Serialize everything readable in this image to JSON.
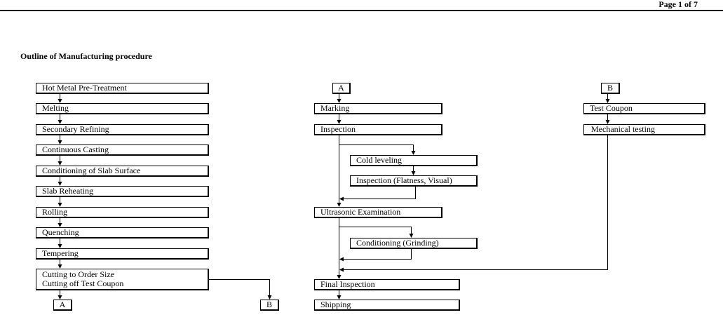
{
  "header": {
    "page_label": "Page 1 of 7"
  },
  "title": "Outline of Manufacturing procedure",
  "left_column": [
    "Hot Metal Pre-Treatment",
    "Melting",
    "Secondary Refining",
    "Continuous Casting",
    "Conditioning of Slab Surface",
    "Slab Reheating",
    "Rolling",
    "Quenching",
    "Tempering"
  ],
  "cutting": {
    "line1": "Cutting to Order Size",
    "line2": "Cutting off Test Coupon"
  },
  "connectors": {
    "a": "A",
    "b": "B"
  },
  "middle_column": {
    "marking": "Marking",
    "inspection": "Inspection",
    "cold_leveling": "Cold leveling",
    "inspection_flatness": "Inspection  (Flatness, Visual)",
    "ultrasonic": "Ultrasonic Examination",
    "conditioning": "Conditioning  (Grinding)",
    "final_inspection": "Final Inspection",
    "shipping": "Shipping"
  },
  "right_column": {
    "test_coupon": "Test Coupon",
    "mechanical_testing": "Mechanical testing"
  }
}
